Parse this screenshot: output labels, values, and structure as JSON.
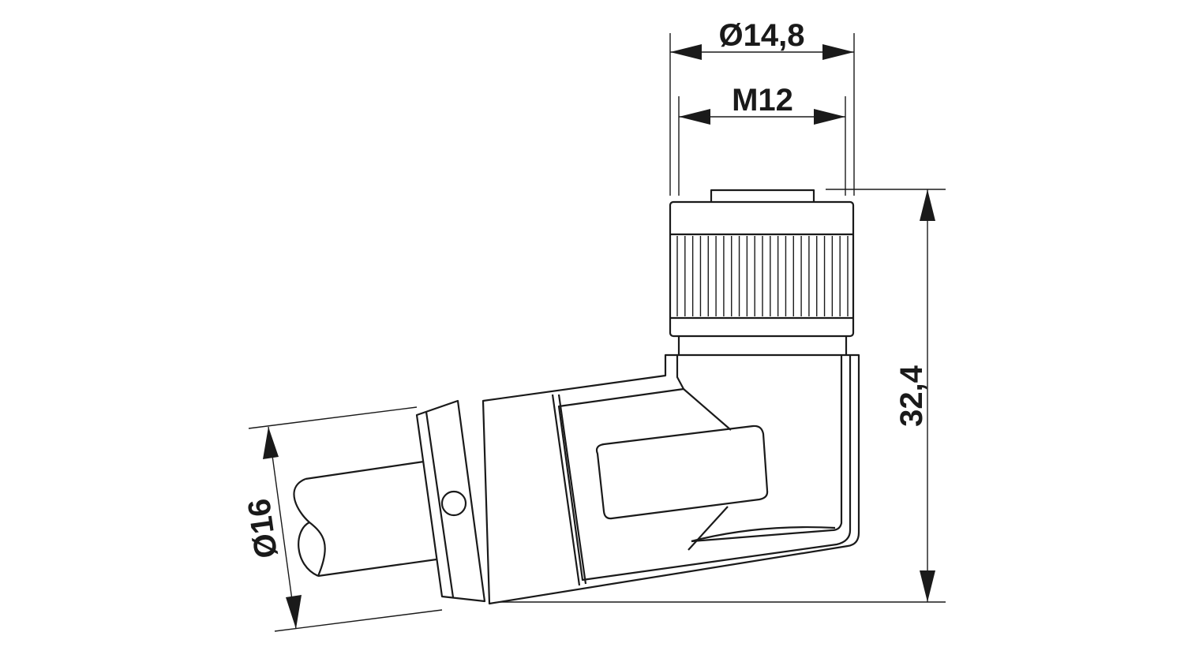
{
  "dimensions": {
    "outer_diameter": "Ø14,8",
    "thread": "M12",
    "height": "32,4",
    "cable_diameter": "Ø16"
  }
}
